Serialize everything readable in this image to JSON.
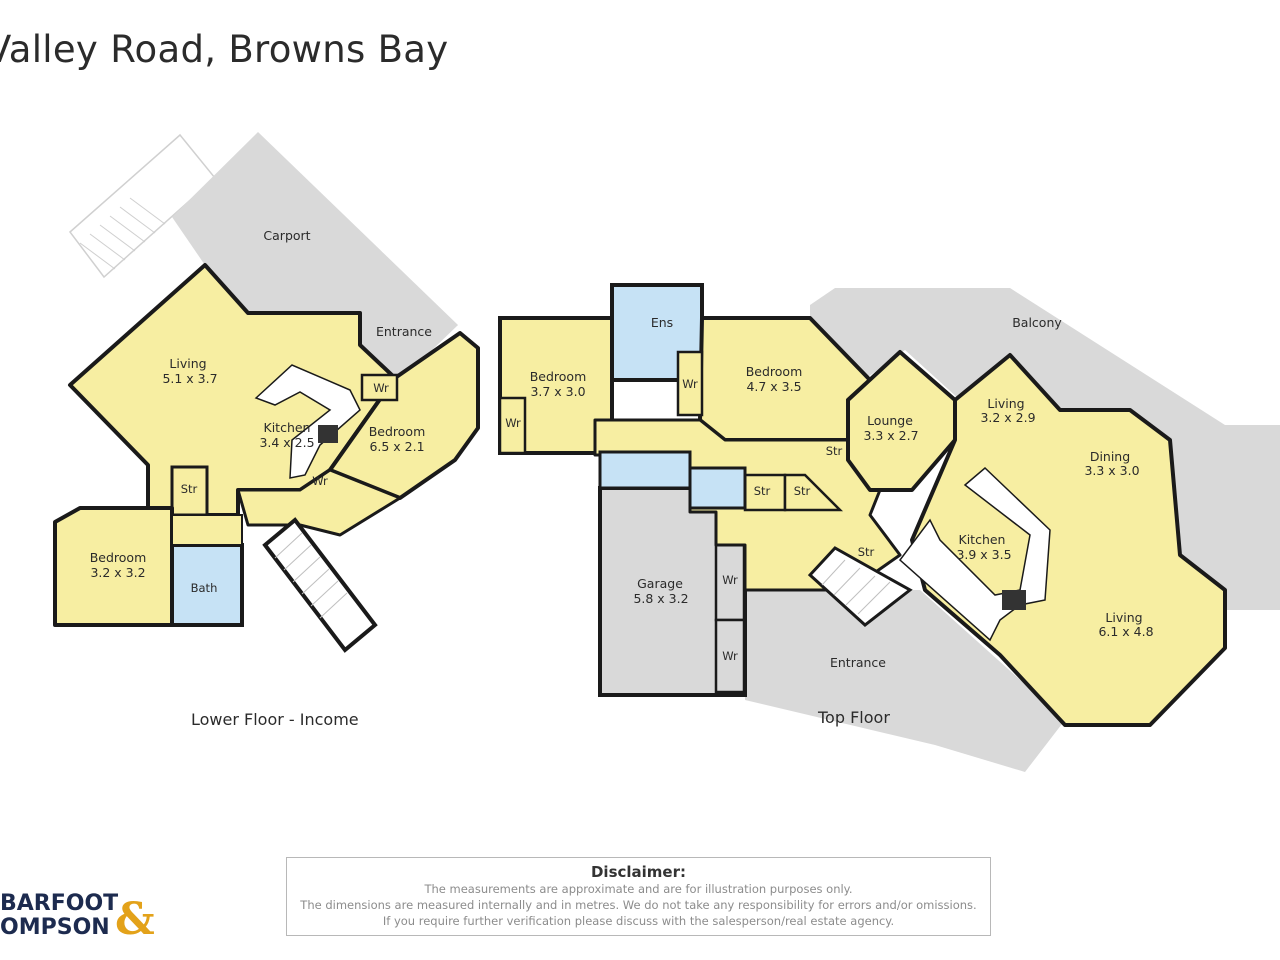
{
  "title": "Valley Road, Browns Bay",
  "lower_floor": {
    "caption": "Lower Floor - Income",
    "rooms": {
      "carport": "Carport",
      "entrance": "Entrance",
      "living": {
        "name": "Living",
        "dims": "5.1 x 3.7"
      },
      "kitchen": {
        "name": "Kitchen",
        "dims": "3.4 x 2.5"
      },
      "bedroom_a": {
        "name": "Bedroom",
        "dims": "6.5 x 2.1"
      },
      "bedroom_b": {
        "name": "Bedroom",
        "dims": "3.2 x 3.2"
      },
      "bath": "Bath",
      "str": "Str",
      "wr1": "Wr",
      "wr2": "Wr"
    }
  },
  "top_floor": {
    "caption": "Top Floor",
    "rooms": {
      "ens": "Ens",
      "balcony": "Balcony",
      "bedroom_a": {
        "name": "Bedroom",
        "dims": "3.7 x 3.0"
      },
      "bedroom_b": {
        "name": "Bedroom",
        "dims": "4.7 x 3.5"
      },
      "lounge": {
        "name": "Lounge",
        "dims": "3.3 x 2.7"
      },
      "living_a": {
        "name": "Living",
        "dims": "3.2 x 2.9"
      },
      "dining": {
        "name": "Dining",
        "dims": "3.3 x 3.0"
      },
      "kitchen": {
        "name": "Kitchen",
        "dims": "3.9 x 3.5"
      },
      "living_b": {
        "name": "Living",
        "dims": "6.1 x 4.8"
      },
      "garage": {
        "name": "Garage",
        "dims": "5.8 x 3.2"
      },
      "entrance": "Entrance",
      "wr1": "Wr",
      "wr2": "Wr",
      "wr3": "Wr",
      "wr4": "Wr",
      "str1": "Str",
      "str2": "Str",
      "str3": "Str",
      "str4": "Str"
    }
  },
  "disclaimer": {
    "title": "Disclaimer:",
    "lines": [
      "The measurements are approximate and are for illustration purposes only.",
      "The dimensions are measured internally and in metres. We do not take any responsibility for errors and/or omissions.",
      "If you require further verification please discuss with the salesperson/real estate agency."
    ]
  },
  "logo": {
    "line1": "BARFOOT",
    "line2": "OMPSON",
    "ampersand": "&"
  },
  "colors": {
    "room_fill": "#f7eea2",
    "outdoor_fill": "#d9d9d9",
    "wet_fill": "#c6e2f5",
    "wall": "#1a1a1a",
    "logo_navy": "#1d2b4f",
    "logo_gold": "#e3a21a"
  }
}
